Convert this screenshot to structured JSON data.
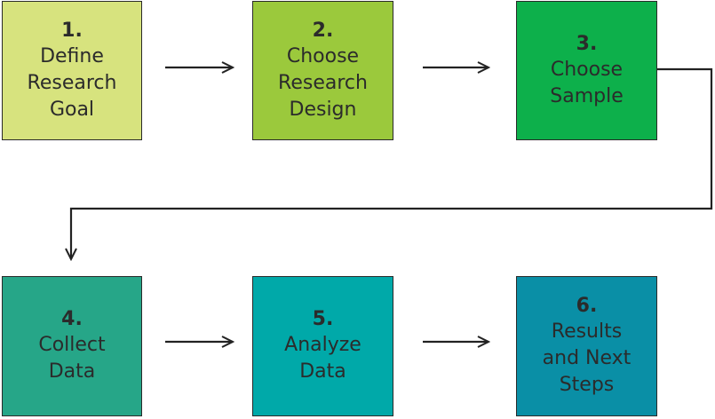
{
  "steps": [
    {
      "number": "1.",
      "label": "Define\nResearch\nGoal",
      "color": "#d7e37e"
    },
    {
      "number": "2.",
      "label": "Choose\nResearch\nDesign",
      "color": "#9bc93c"
    },
    {
      "number": "3.",
      "label": "Choose\nSample",
      "color": "#0db04b"
    },
    {
      "number": "4.",
      "label": "Collect\nData",
      "color": "#26a688"
    },
    {
      "number": "5.",
      "label": "Analyze\nData",
      "color": "#00a9a9"
    },
    {
      "number": "6.",
      "label": "Results\nand Next\nSteps",
      "color": "#0a8fa6"
    }
  ]
}
